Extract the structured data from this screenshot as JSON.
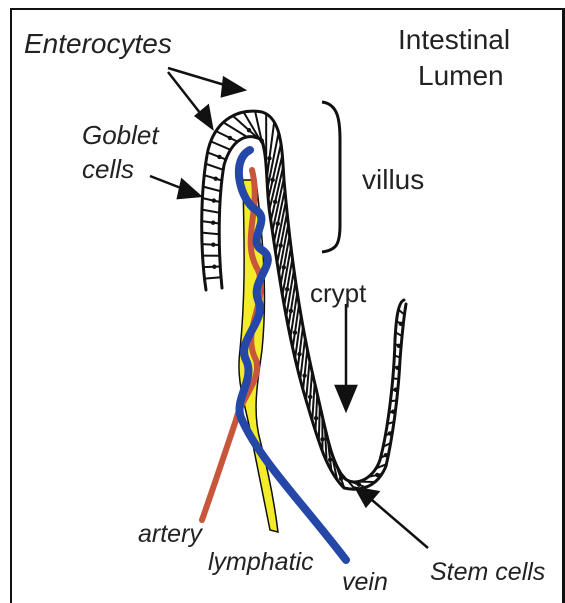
{
  "title": {
    "line1": "Intestinal",
    "line2": "Lumen"
  },
  "labels": {
    "enterocytes": "Enterocytes",
    "goblet_line1": "Goblet",
    "goblet_line2": "cells",
    "villus": "villus",
    "crypt": "crypt",
    "artery": "artery",
    "lymphatic": "lymphatic",
    "vein": "vein",
    "stem_cells": "Stem cells"
  },
  "colors": {
    "artery": "#c8563a",
    "vein": "#2447a8",
    "lymphatic": "#f3ec2a",
    "outline": "#111111"
  }
}
